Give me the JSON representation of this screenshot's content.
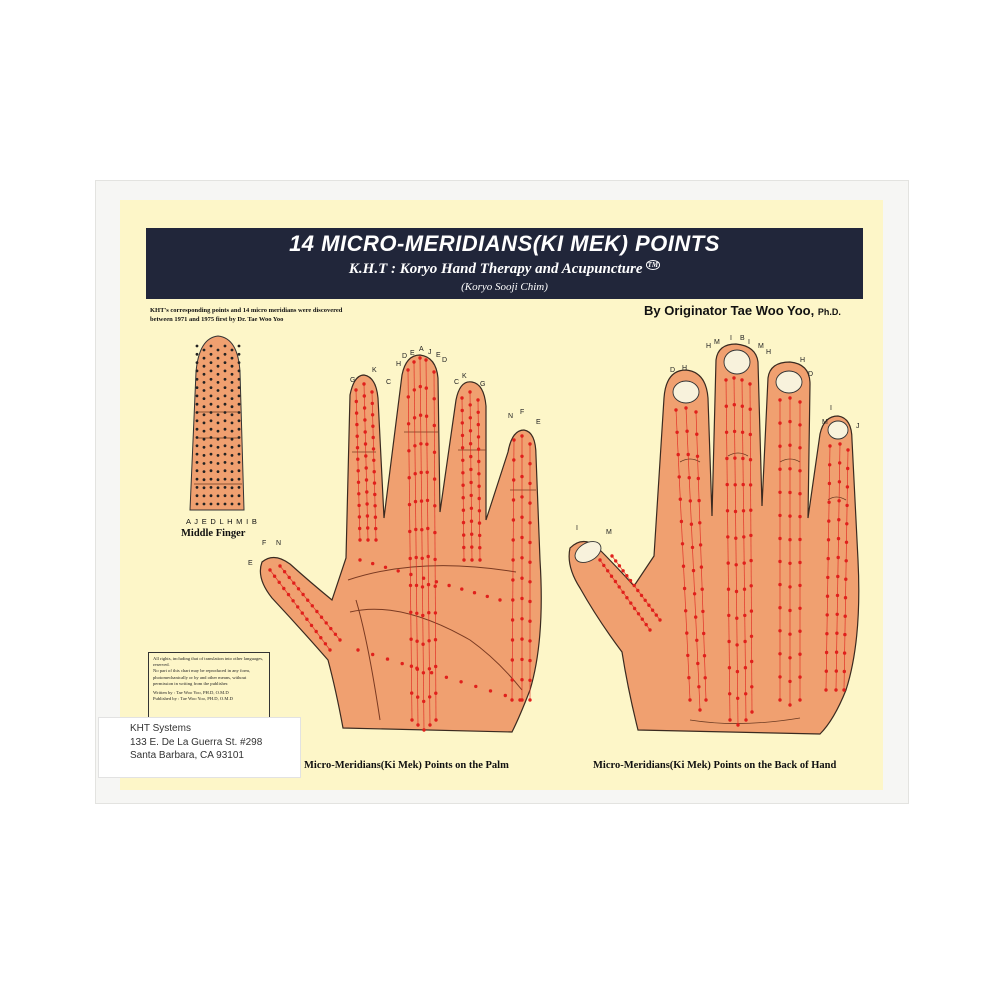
{
  "banner": {
    "title": "14 MICRO-MERIDIANS(KI MEK) POINTS",
    "subtitle": "K.H.T : Koryo Hand Therapy and Acupuncture",
    "subtitle_mark": "TM",
    "romanized": "(Koryo Sooji Chim)"
  },
  "discovery_note": {
    "line1": "KHT's corresponding points and 14 micro meridians were discovered",
    "line2": "between 1971 and 1975 first by Dr. Tae Woo Yoo"
  },
  "originator": {
    "name": "By Originator Tae Woo Yoo,",
    "degree": "Ph.D."
  },
  "middle_finger": {
    "meridian_letters": "A J E D L H M I B",
    "caption": "Middle Finger"
  },
  "rights_box": {
    "text1": "All rights, including that of translation into other languages, reserved.",
    "text2": "No part of this chart may be reproduced in any form, photomechanically or by and other means, without permission in writing from the publisher.",
    "written_by": "Written by : Tae Woo Yoo, PH.D, O.M.D",
    "published_by": "Published by : Tae Woo Yoo, PH.D, O.M.D"
  },
  "captions": {
    "palm": "Micro-Meridians(Ki Mek) Points on the Palm",
    "back": "Micro-Meridians(Ki Mek) Points on the Back of Hand"
  },
  "address_label": {
    "line1": "KHT Systems",
    "line2": "133 E. De La Guerra St. #298",
    "line3": "Santa Barbara, CA 93101"
  },
  "palm_letters": {
    "top": "A",
    "finger_labels": [
      "F",
      "N",
      "E",
      "G",
      "K",
      "C",
      "H",
      "D",
      "E",
      "J",
      "E",
      "D",
      "C",
      "K",
      "G",
      "N",
      "F",
      "E"
    ]
  },
  "back_letters": {
    "finger_labels": [
      "H",
      "M",
      "I",
      "B",
      "I",
      "M",
      "H",
      "D",
      "H",
      "H",
      "D",
      "M",
      "I",
      "J",
      "I",
      "M"
    ]
  },
  "colors": {
    "banner": "#21263a",
    "paper": "#fdf6c8",
    "skin": "#f0a070",
    "meridian_dots": "#e0201c"
  }
}
